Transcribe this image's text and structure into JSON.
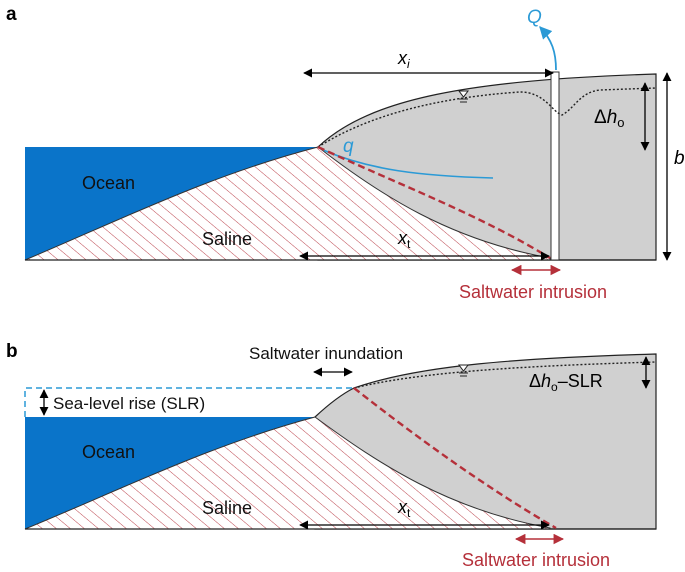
{
  "panel_a": {
    "tag": "a",
    "ocean": "Ocean",
    "saline": "Saline",
    "xi_base": "x",
    "xi_sub": "i",
    "xt_base": "x",
    "xt_sub": "t",
    "Q": "Q",
    "q": "q",
    "dh_delta": "Δ",
    "dh_base": "h",
    "dh_sub": "o",
    "b": "b",
    "intrusion": "Saltwater intrusion"
  },
  "panel_b": {
    "tag": "b",
    "ocean": "Ocean",
    "saline": "Saline",
    "xt_base": "x",
    "xt_sub": "t",
    "inundation": "Saltwater inundation",
    "slr": "Sea-level rise (SLR)",
    "dh_delta": "Δ",
    "dh_base": "h",
    "dh_sub": "o",
    "dh_suffix": "–SLR",
    "intrusion": "Saltwater intrusion"
  },
  "colors": {
    "ocean": "#0a74c9",
    "land": "#d0d0d0",
    "saline_hatch": "#b5303a",
    "interface": "#b5303a",
    "flow": "#2b9ad6",
    "slr_dash": "#2b9ad6"
  }
}
